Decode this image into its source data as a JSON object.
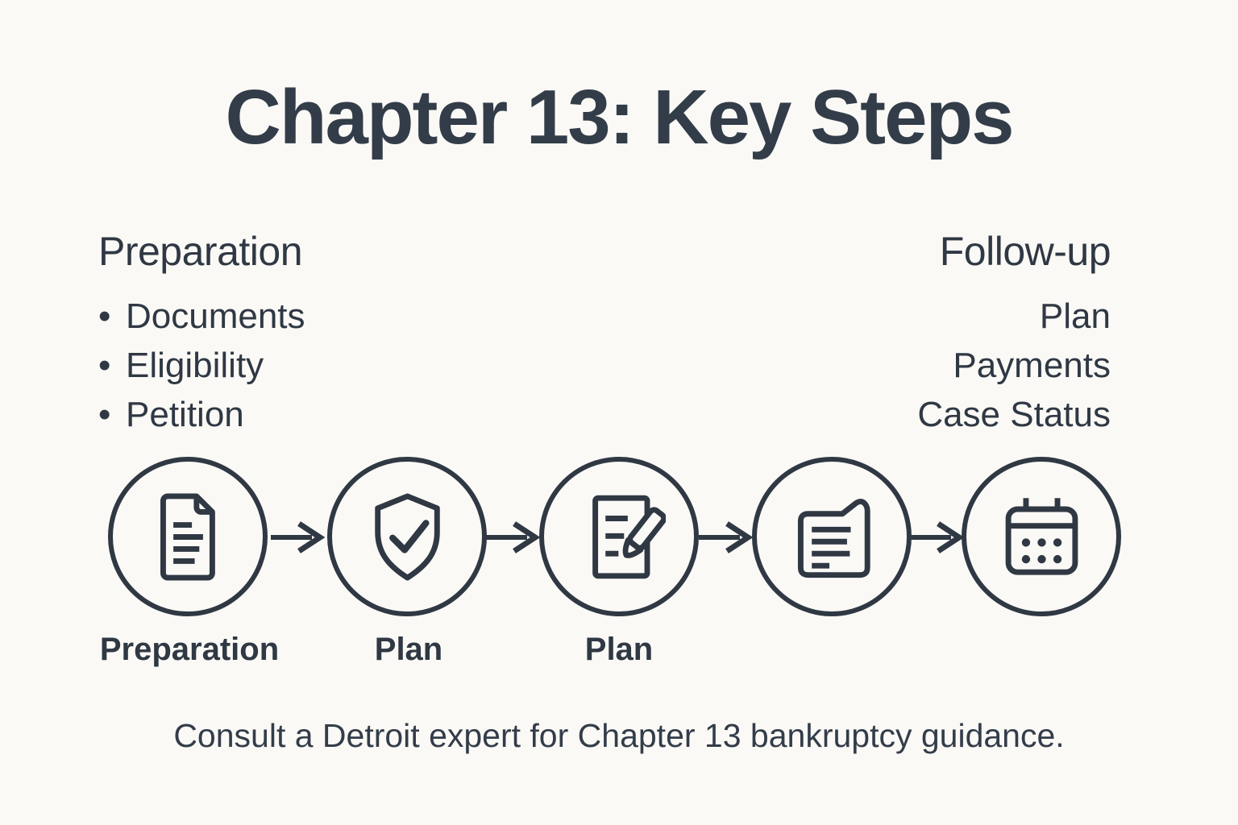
{
  "title": "Chapter 13: Key Steps",
  "colors": {
    "background": "#faf9f6",
    "ink": "#2f3843"
  },
  "left_panel": {
    "heading": "Preparation",
    "items": [
      "Documents",
      "Eligibility",
      "Petition"
    ]
  },
  "right_panel": {
    "heading": "Follow-up",
    "items": [
      "Plan",
      "Payments",
      "Case Status"
    ]
  },
  "flow": {
    "steps": [
      {
        "icon": "document-icon",
        "label": "Preparation"
      },
      {
        "icon": "shield-check-icon",
        "label": "Plan"
      },
      {
        "icon": "edit-document-icon",
        "label": "Plan"
      },
      {
        "icon": "note-lines-icon",
        "label": ""
      },
      {
        "icon": "calendar-icon",
        "label": ""
      }
    ]
  },
  "footer": "Consult a Detroit expert for Chapter 13 bankruptcy guidance."
}
